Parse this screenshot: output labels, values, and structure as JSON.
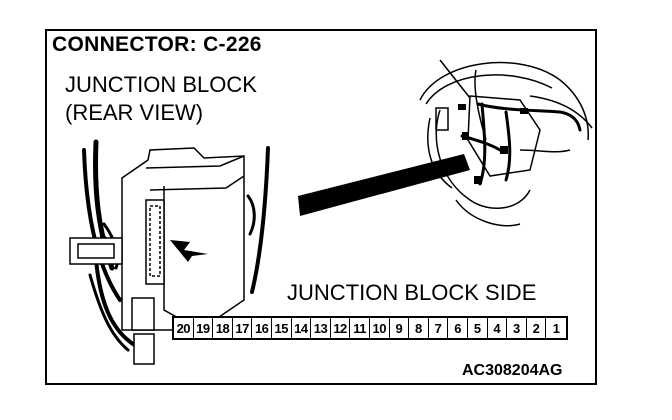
{
  "header": {
    "title": "CONNECTOR: C-226"
  },
  "view": {
    "line1": "JUNCTION BLOCK",
    "line2": "(REAR VIEW)"
  },
  "connector": {
    "side_label": "JUNCTION BLOCK SIDE",
    "pins": [
      "20",
      "19",
      "18",
      "17",
      "16",
      "15",
      "14",
      "13",
      "12",
      "11",
      "10",
      "9",
      "8",
      "7",
      "6",
      "5",
      "4",
      "3",
      "2",
      "1"
    ]
  },
  "figure_code": "AC308204AG"
}
